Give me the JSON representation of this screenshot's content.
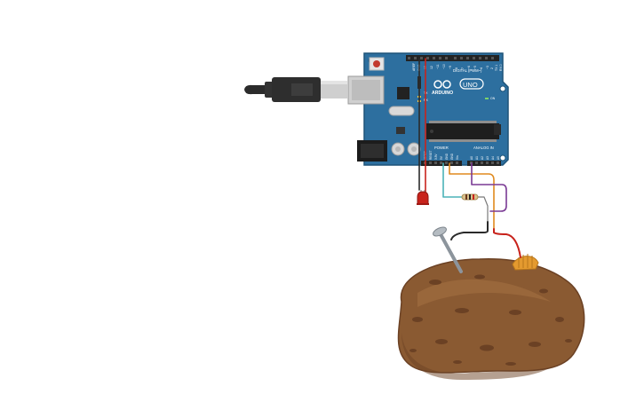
{
  "board": {
    "brand": "ARDUINO",
    "model": "UNO",
    "digital_header": "DIGITAL (PWM~)",
    "power_header": "POWER",
    "analog_header": "ANALOG IN",
    "aref": "AREF",
    "gnd": "GND",
    "tx": "TX",
    "rx": "RX",
    "on": "ON",
    "digital_pins": [
      "13",
      "12",
      "~11",
      "~10",
      "~9",
      "8",
      "7",
      "~6",
      "~5",
      "4",
      "~3",
      "2",
      "TX 1",
      "RX 0"
    ],
    "power_pins": [
      "IOREF",
      "RESET",
      "3.3V",
      "5V",
      "GND",
      "GND",
      "Vin"
    ],
    "analog_pins": [
      "A0",
      "A1",
      "A2",
      "A3",
      "A4",
      "A5"
    ]
  },
  "colors": {
    "board": "#2d6f9f",
    "board_dark": "#1f5478",
    "header": "#232323",
    "wire_red": "#c8231c",
    "wire_orange": "#e08a1e",
    "wire_purple": "#7a3a94",
    "wire_teal": "#4bb3b8",
    "wire_black": "#2a2a2a",
    "potato": "#8a5a32",
    "potato_shade": "#6b4124",
    "led": "#c8231c",
    "usb_cable": "#2b2b2b"
  },
  "icons": {
    "usb_plug": "usb-plug-icon",
    "led": "led-icon",
    "resistor": "resistor-icon",
    "nail": "nail-icon",
    "copper_coil": "copper-coil-icon",
    "potato": "potato-icon",
    "reset_button": "reset-button-icon",
    "infinity_logo": "arduino-logo-icon"
  }
}
